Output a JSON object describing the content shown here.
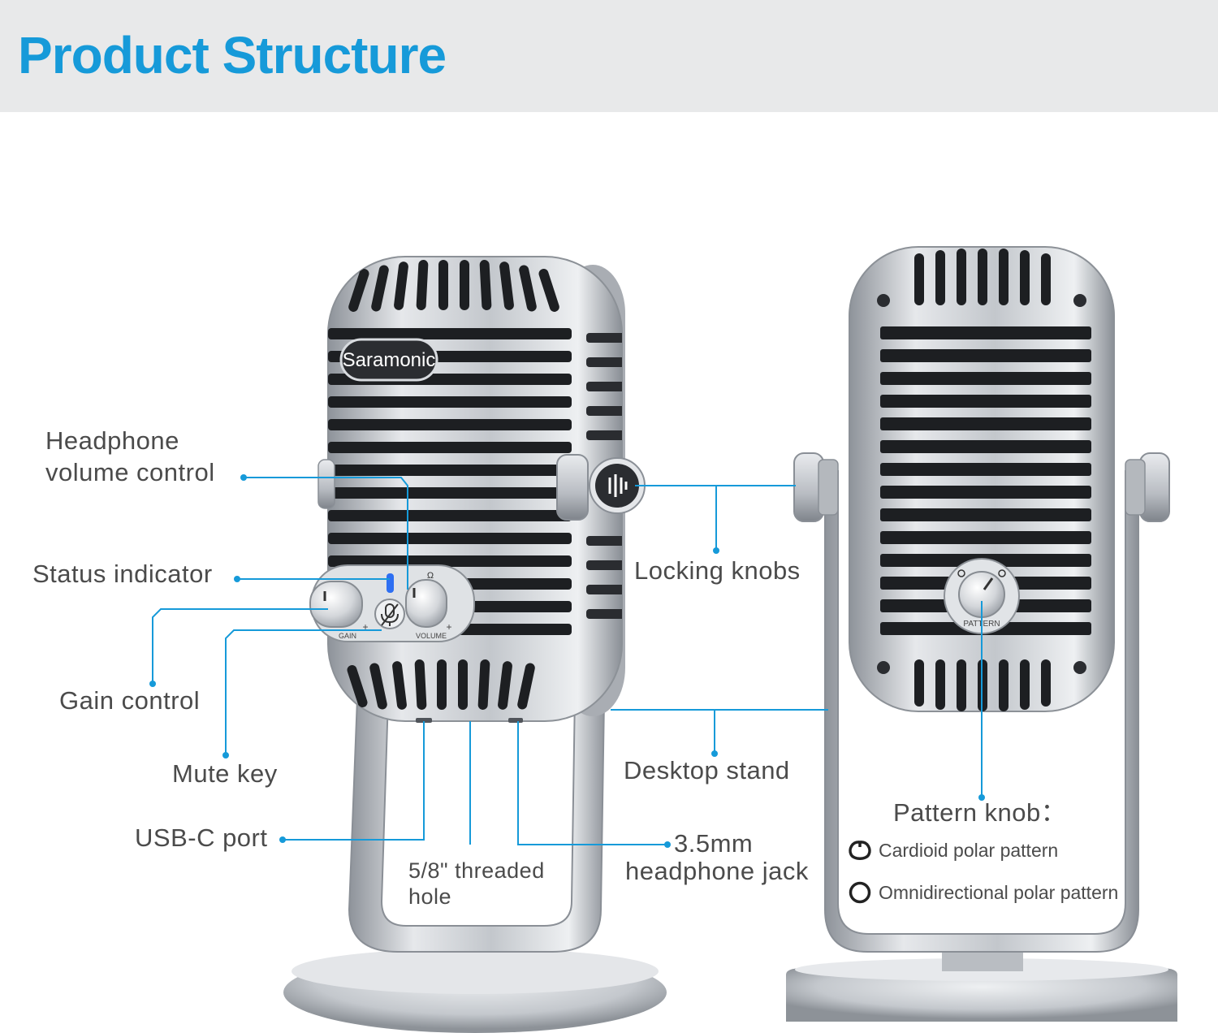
{
  "header": {
    "title": "Product Structure"
  },
  "colors": {
    "accent": "#169ad9",
    "header_bg": "#e8e9ea",
    "label_text": "#4b4b4b",
    "metal": "#c9ccd1"
  },
  "front_mic": {
    "brand": "Saramonic",
    "gain_label": "GAIN",
    "volume_label": "VOLUME",
    "headphone_symbol": "Ω",
    "plus": "+"
  },
  "back_mic": {
    "pattern_label": "PATTERN"
  },
  "labels": {
    "headphone_volume_1": "Headphone",
    "headphone_volume_2": "volume control",
    "status_indicator": "Status indicator",
    "gain_control": "Gain control",
    "mute_key": "Mute key",
    "usb_c_port": "USB-C port",
    "threaded_hole_1": "5/8\" threaded",
    "threaded_hole_2": "hole",
    "locking_knobs": "Locking knobs",
    "desktop_stand": "Desktop stand",
    "jack_1": "3.5mm",
    "jack_2": "headphone jack",
    "pattern_knob": "Pattern knob："
  },
  "patterns": [
    {
      "icon": "cardioid-icon",
      "label": "Cardioid polar pattern"
    },
    {
      "icon": "omnidirectional-icon",
      "label": "Omnidirectional polar pattern"
    }
  ]
}
